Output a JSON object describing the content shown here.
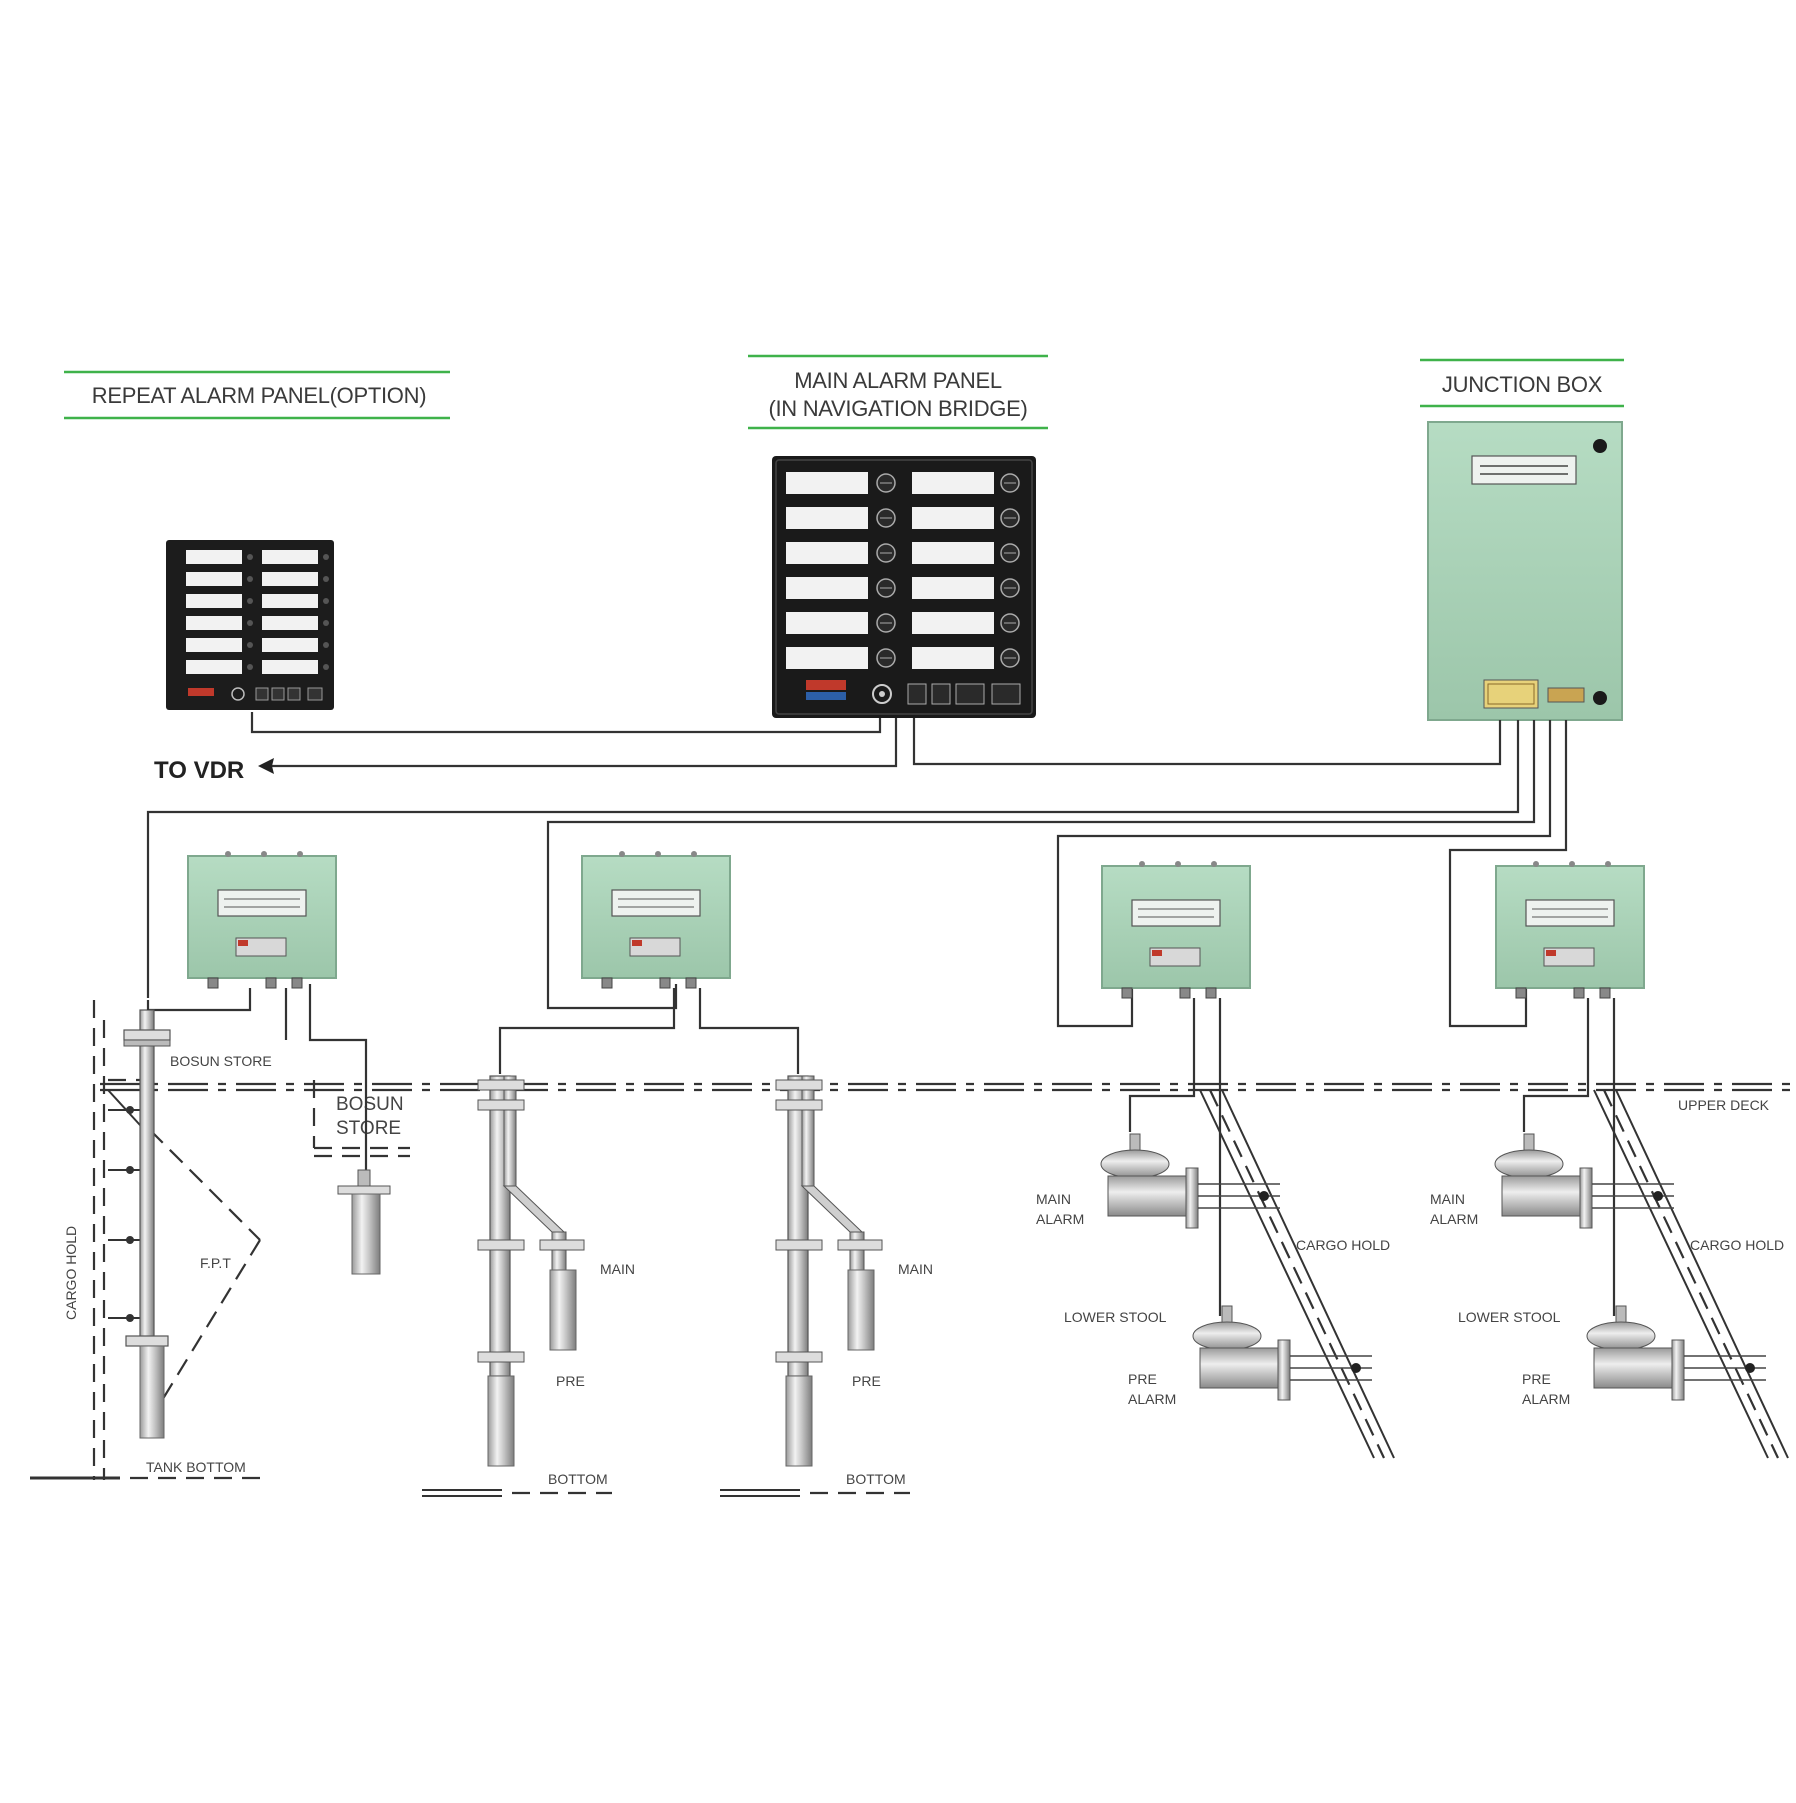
{
  "headers": {
    "repeat_panel": "REPEAT ALARM PANEL(OPTION)",
    "main_panel_line1": "MAIN ALARM PANEL",
    "main_panel_line2": "(IN NAVIGATION BRIDGE)",
    "junction_box": "JUNCTION BOX"
  },
  "labels": {
    "to_vdr": "TO VDR",
    "bosun_store_1": "BOSUN STORE",
    "bosun_store_2a": "BOSUN",
    "bosun_store_2b": "STORE",
    "cargo_hold_vertical": "CARGO HOLD",
    "fpt": "F.P.T",
    "tank_bottom": "TANK BOTTOM",
    "main_1": "MAIN",
    "pre_1": "PRE",
    "bottom_1": "BOTTOM",
    "main_2": "MAIN",
    "pre_2": "PRE",
    "bottom_2": "BOTTOM",
    "upper_deck": "UPPER DECK",
    "main_alarm_a1": "MAIN",
    "main_alarm_a2": "ALARM",
    "cargo_hold_a": "CARGO HOLD",
    "lower_stool_a": "LOWER STOOL",
    "pre_alarm_a1": "PRE",
    "pre_alarm_a2": "ALARM",
    "main_alarm_b1": "MAIN",
    "main_alarm_b2": "ALARM",
    "cargo_hold_b": "CARGO HOLD",
    "lower_stool_b": "LOWER STOOL",
    "pre_alarm_b1": "PRE",
    "pre_alarm_b2": "ALARM"
  },
  "colors": {
    "header_rule": "#3fb24a",
    "enclosure_green": "#a9cfb6",
    "panel_black": "#1c1c1c",
    "wire": "#333333"
  }
}
